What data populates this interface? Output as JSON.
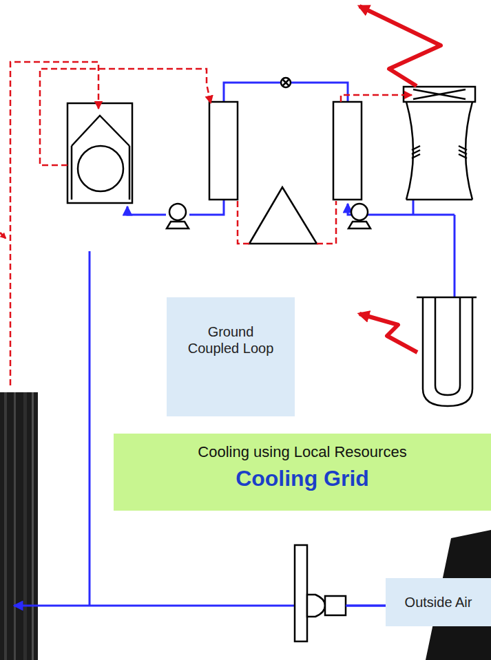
{
  "diagram": {
    "nodes": [
      {
        "text": [
          "Ground Coupled Loop"
        ]
      },
      {
        "text": [
          "Cooling using Local Resources",
          "Cooling Grid"
        ]
      },
      {
        "text": [
          "Outside Air"
        ]
      }
    ]
  }
}
